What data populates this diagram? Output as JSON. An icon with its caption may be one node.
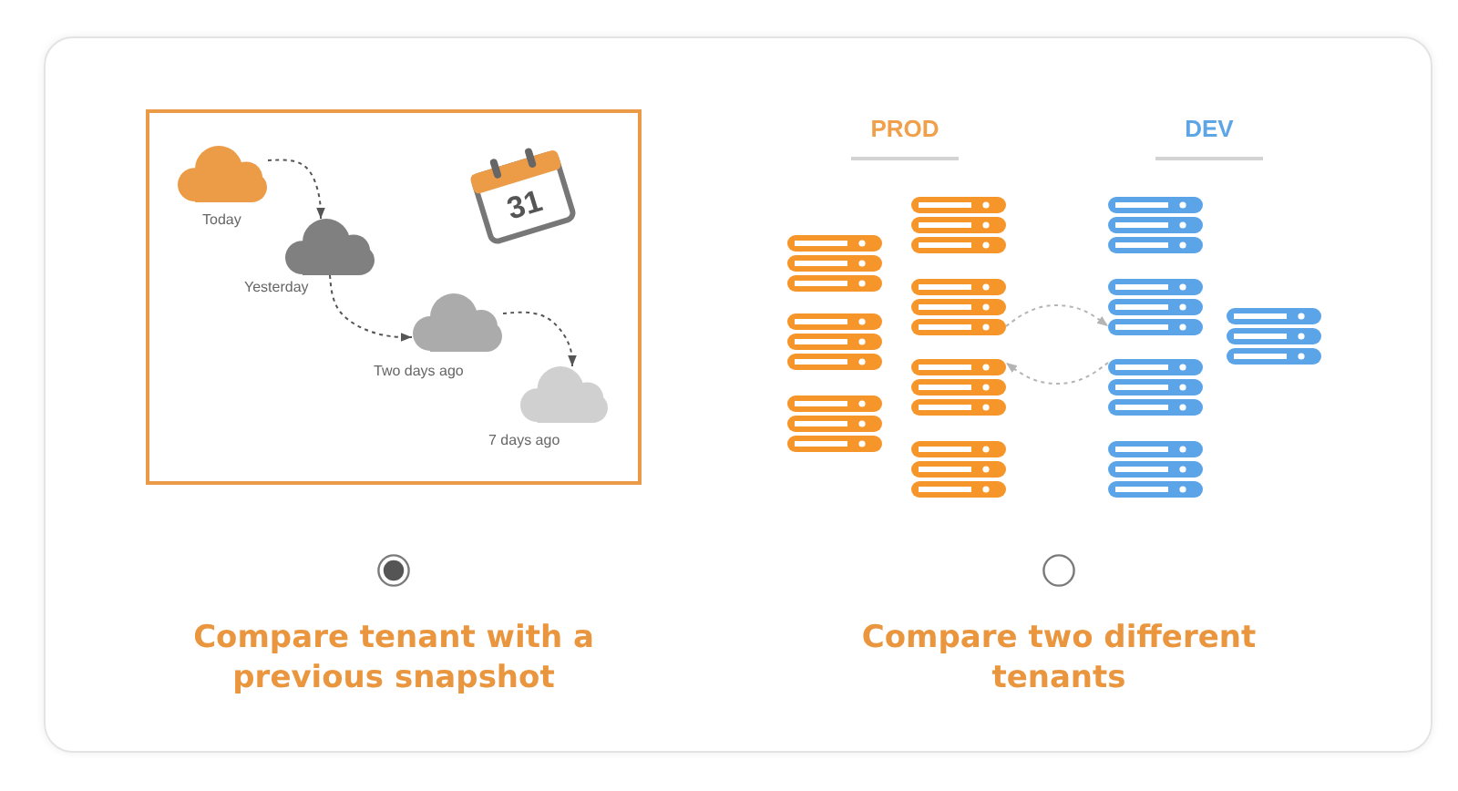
{
  "diagram": {
    "nodes": [
      {
        "text": [],
        "shape": "box"
      },
      {
        "text": [],
        "shape": "cloud",
        "in": 0,
        "beside": [
          "Today"
        ]
      },
      {
        "text": [
          "31"
        ],
        "in": 0
      },
      {
        "text": [],
        "shape": "cloud",
        "in": 0,
        "beside": [
          "Yesterday"
        ]
      },
      {
        "text": [],
        "shape": "cloud",
        "in": 0,
        "beside": [
          "Two days ago"
        ]
      },
      {
        "text": [],
        "shape": "cloud",
        "in": 0,
        "beside": [
          "7 days ago"
        ]
      },
      {
        "text": [],
        "shape": "server"
      },
      {
        "text": [],
        "shape": "server"
      },
      {
        "text": [],
        "shape": "server"
      },
      {
        "text": [],
        "shape": "server"
      },
      {
        "text": [],
        "shape": "server"
      },
      {
        "text": [],
        "shape": "server"
      },
      {
        "text": [],
        "shape": "server"
      },
      {
        "text": [],
        "shape": "server"
      },
      {
        "text": [],
        "shape": "server"
      },
      {
        "text": [],
        "shape": "server"
      },
      {
        "text": [],
        "shape": "server"
      },
      {
        "text": [],
        "shape": "server"
      }
    ],
    "edges": [
      {
        "from": 1,
        "to": 3,
        "arrow": "to",
        "style": "dashed"
      },
      {
        "from": 3,
        "to": 4,
        "arrow": "to",
        "style": "dashed"
      },
      {
        "from": 4,
        "to": 5,
        "arrow": "to",
        "style": "dashed"
      },
      {
        "from": 10,
        "to": 14,
        "arrow": "to",
        "style": "dashed",
        "color": "#b4b4b4"
      },
      {
        "from": 15,
        "to": 11,
        "arrow": "to",
        "style": "dashed",
        "color": "#b4b4b4"
      }
    ],
    "labels": [
      "PROD",
      "DEV",
      "Compare tenant with a previous snapshot",
      "Compare two different tenants"
    ]
  }
}
